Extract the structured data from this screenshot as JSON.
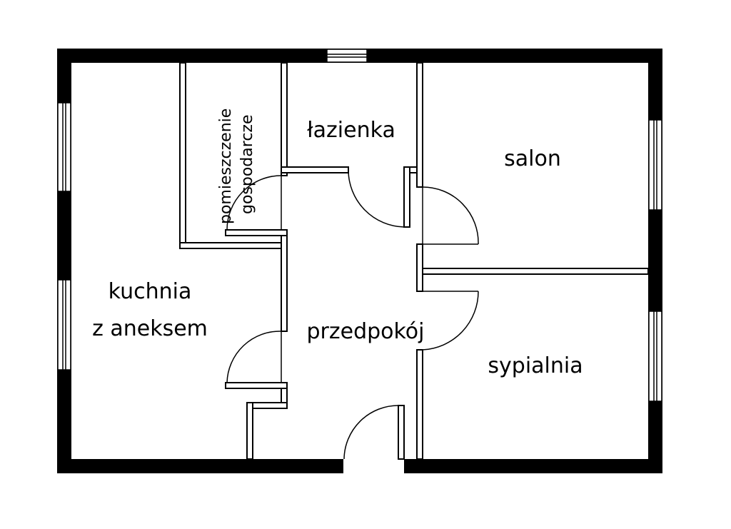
{
  "colors": {
    "wall": "#000000",
    "background": "#ffffff",
    "window": "#ffffff"
  },
  "rooms": {
    "kitchen": {
      "line1": "kuchnia",
      "line2": "z aneksem"
    },
    "utility": {
      "line1": "pomieszczenie",
      "line2": "gospodarcze"
    },
    "bathroom": "łazienka",
    "living": "salon",
    "hall": "przedpokój",
    "bedroom": "sypialnia"
  }
}
